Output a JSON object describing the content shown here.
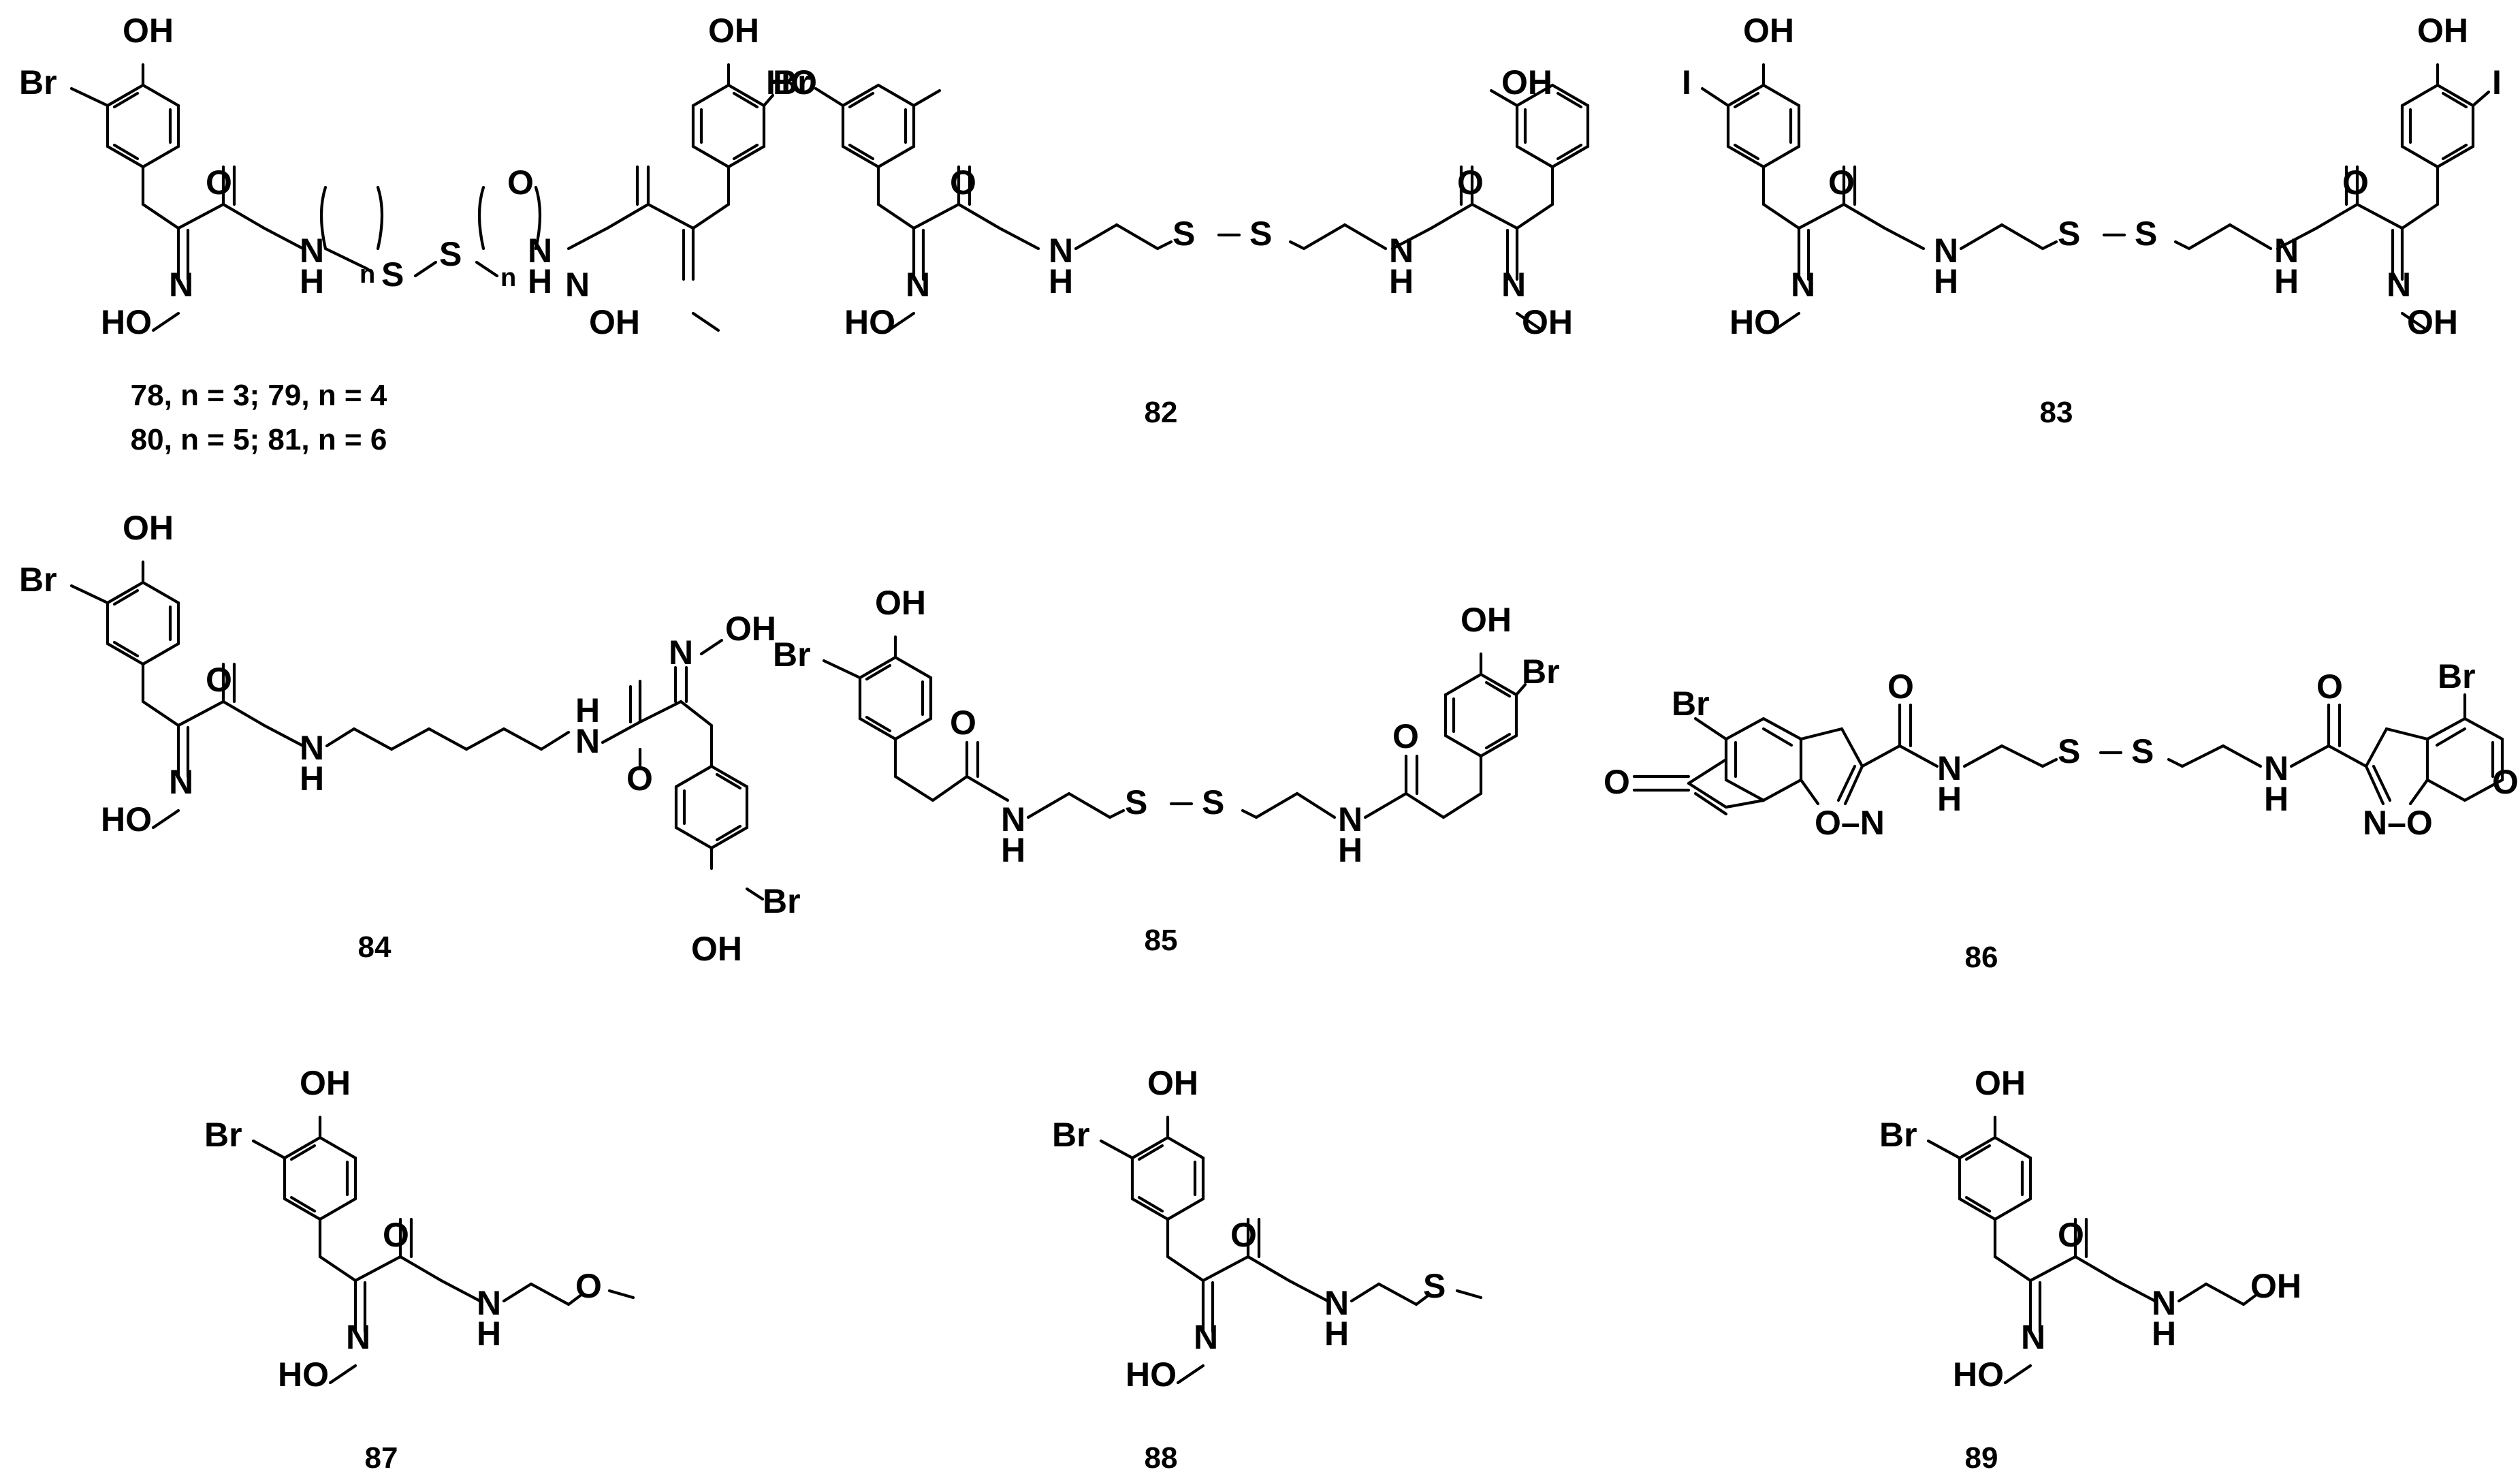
{
  "figure": {
    "compounds": [
      {
        "id": "78-81",
        "caption_lines": [
          "78, n = 3; 79, n = 4",
          "80, n = 5; 81, n = 6"
        ]
      },
      {
        "id": "82",
        "caption_lines": [
          "82"
        ]
      },
      {
        "id": "83",
        "caption_lines": [
          "83"
        ]
      },
      {
        "id": "84",
        "caption_lines": [
          "84"
        ]
      },
      {
        "id": "85",
        "caption_lines": [
          "85"
        ]
      },
      {
        "id": "86",
        "caption_lines": [
          "86"
        ]
      },
      {
        "id": "87",
        "caption_lines": [
          "87"
        ]
      },
      {
        "id": "88",
        "caption_lines": [
          "88"
        ]
      },
      {
        "id": "89",
        "caption_lines": [
          "89"
        ]
      }
    ],
    "atom_labels": {
      "OH": "OH",
      "HO": "HO",
      "Br": "Br",
      "I": "I",
      "O": "O",
      "N": "N",
      "H": "H",
      "S": "S",
      "n": "n",
      "O_N": "O–N",
      "N_O": "N–O"
    },
    "colors": {
      "ink": "#000000",
      "background": "#ffffff"
    }
  }
}
